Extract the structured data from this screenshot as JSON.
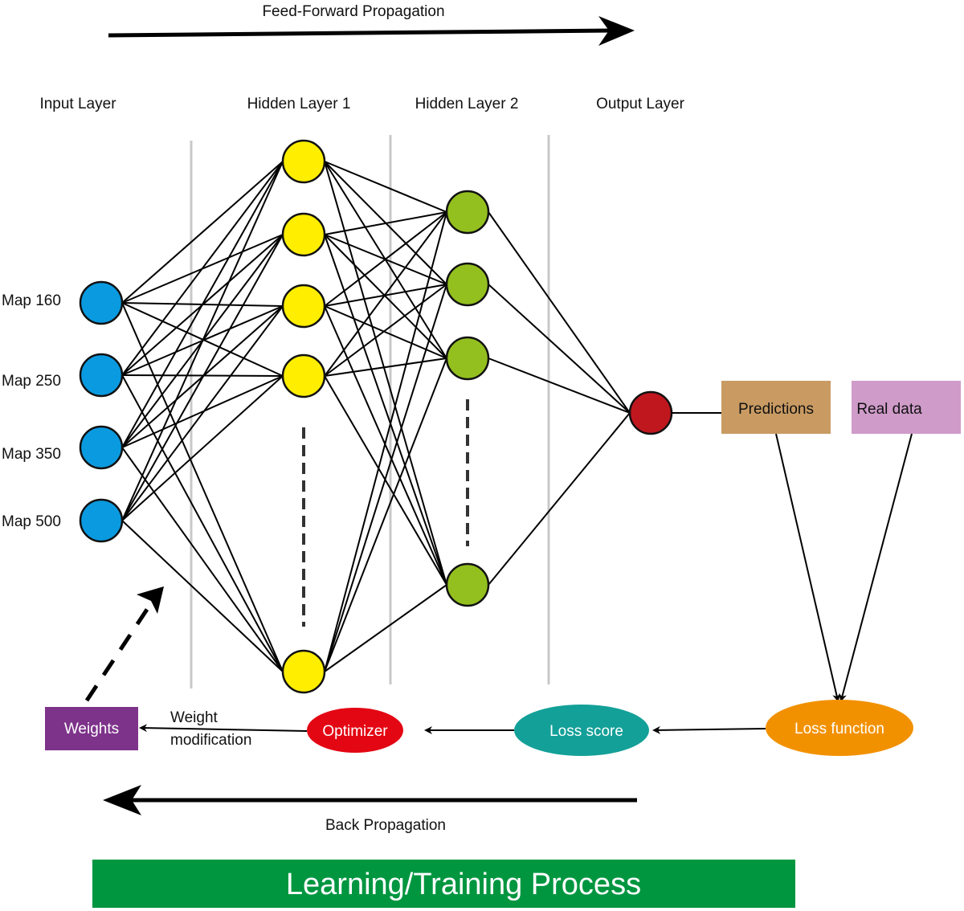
{
  "title": "Learning/Training Process",
  "feed_forward_label": "Feed-Forward Propagation",
  "back_propagation_label": "Back Propagation",
  "layers": {
    "input": {
      "label": "Input Layer",
      "color": "#0a9ae0",
      "nodes": [
        "Map 160",
        "Map 250",
        "Map 350",
        "Map 500"
      ]
    },
    "hidden1": {
      "label": "Hidden Layer 1",
      "color": "#ffee00",
      "visible_nodes": 5,
      "has_ellipsis": true
    },
    "hidden2": {
      "label": "Hidden Layer 2",
      "color": "#93c01f",
      "visible_nodes": 4,
      "has_ellipsis": true
    },
    "output": {
      "label": "Output Layer",
      "color": "#c0171f",
      "visible_nodes": 1
    }
  },
  "boxes": {
    "predictions": {
      "label": "Predictions",
      "color": "#c99b63"
    },
    "real_data": {
      "label": "Real data",
      "color": "#cf9bc9"
    },
    "weights": {
      "label": "Weights",
      "color": "#7d338a"
    }
  },
  "ellipses": {
    "loss_function": {
      "label": "Loss function",
      "color": "#f29100"
    },
    "loss_score": {
      "label": "Loss score",
      "color": "#13a098"
    },
    "optimizer": {
      "label": "Optimizer",
      "color": "#e30613"
    }
  },
  "weight_modification_label": [
    "Weight",
    "modification"
  ],
  "banner_color": "#009640"
}
